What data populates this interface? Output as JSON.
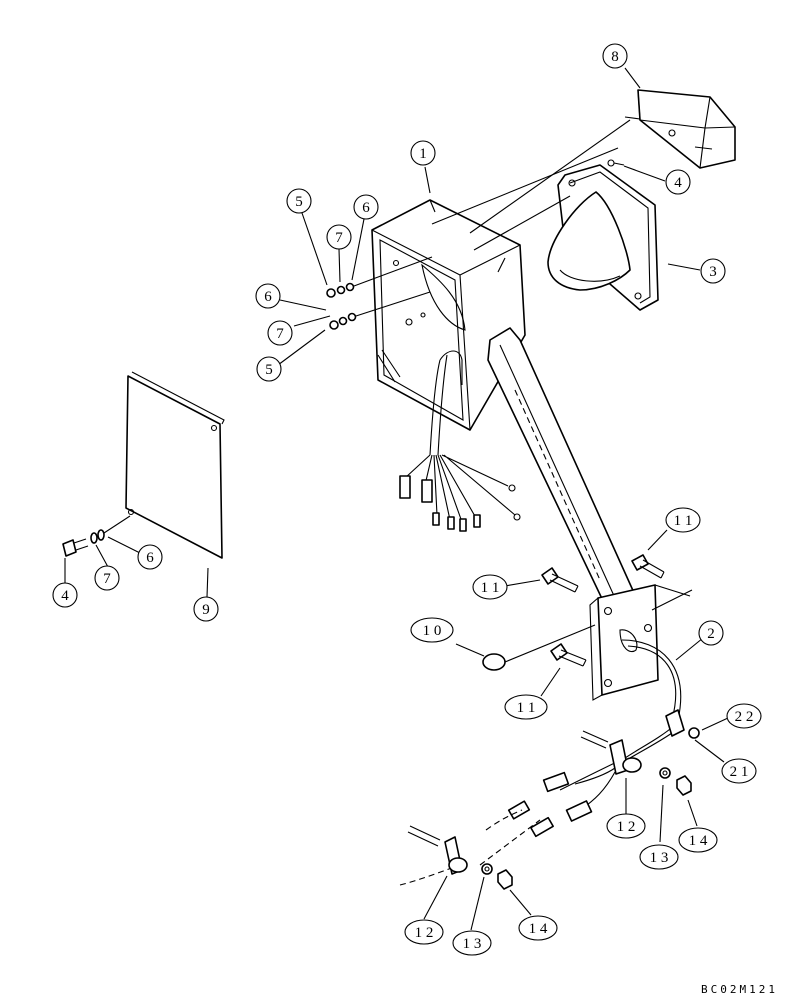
{
  "drawing_code": "BC02M121",
  "callouts": [
    {
      "id": "c8",
      "label": "8"
    },
    {
      "id": "c1",
      "label": "1"
    },
    {
      "id": "c4a",
      "label": "4"
    },
    {
      "id": "c3",
      "label": "3"
    },
    {
      "id": "c5a",
      "label": "5"
    },
    {
      "id": "c6a",
      "label": "6"
    },
    {
      "id": "c7a",
      "label": "7"
    },
    {
      "id": "c6b",
      "label": "6"
    },
    {
      "id": "c7b",
      "label": "7"
    },
    {
      "id": "c5b",
      "label": "5"
    },
    {
      "id": "c6c",
      "label": "6"
    },
    {
      "id": "c7c",
      "label": "7"
    },
    {
      "id": "c4b",
      "label": "4"
    },
    {
      "id": "c9",
      "label": "9"
    },
    {
      "id": "c11a",
      "label": "1 1"
    },
    {
      "id": "c11b",
      "label": "1 1"
    },
    {
      "id": "c10",
      "label": "1 0"
    },
    {
      "id": "c2",
      "label": "2"
    },
    {
      "id": "c11c",
      "label": "1 1"
    },
    {
      "id": "c22",
      "label": "2 2"
    },
    {
      "id": "c21",
      "label": "2 1"
    },
    {
      "id": "c12a",
      "label": "1 2"
    },
    {
      "id": "c13a",
      "label": "1 3"
    },
    {
      "id": "c14a",
      "label": "1 4"
    },
    {
      "id": "c12b",
      "label": "1 2"
    },
    {
      "id": "c13b",
      "label": "1 3"
    },
    {
      "id": "c14b",
      "label": "1 4"
    }
  ]
}
